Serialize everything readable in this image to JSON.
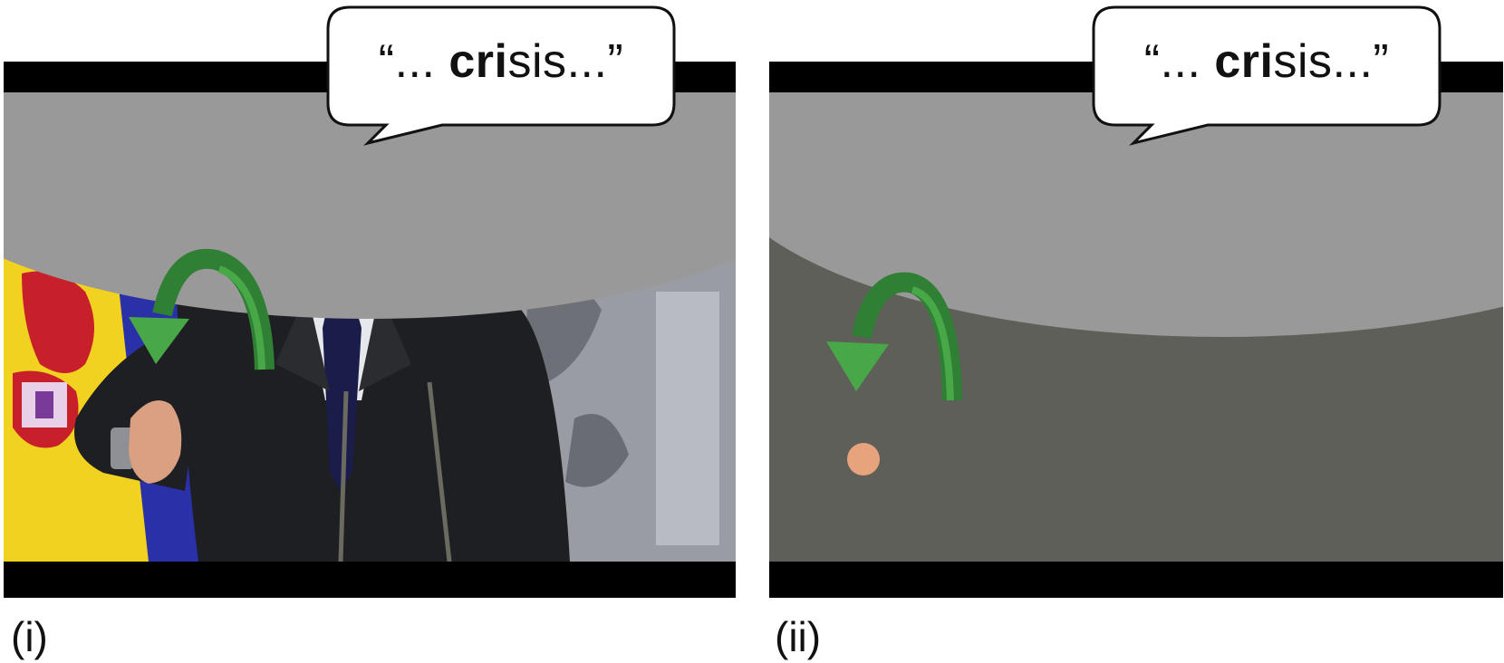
{
  "panels": [
    {
      "label": "(i)",
      "speech": {
        "open_quote": "“",
        "prefix": "... ",
        "stressed": "cri",
        "rest": "sis",
        "suffix": "...",
        "close_quote": "”"
      }
    },
    {
      "label": "(ii)",
      "speech": {
        "open_quote": "“",
        "prefix": "... ",
        "stressed": "cri",
        "rest": "sis",
        "suffix": "...",
        "close_quote": "”"
      }
    }
  ],
  "colors": {
    "arrow_light": "#48a848",
    "arrow_dark": "#2f7f35",
    "head_occluder": "#999999",
    "avatar_background": "#5f5f5a",
    "hand_dot": "#e7a37c",
    "flag_yellow": "#f2d220",
    "flag_red": "#c8202a",
    "eu_blue": "#2a30a8",
    "suit": "#1e1f22"
  },
  "icons": [
    "speech-bubble-icon",
    "curved-arrow-icon"
  ]
}
